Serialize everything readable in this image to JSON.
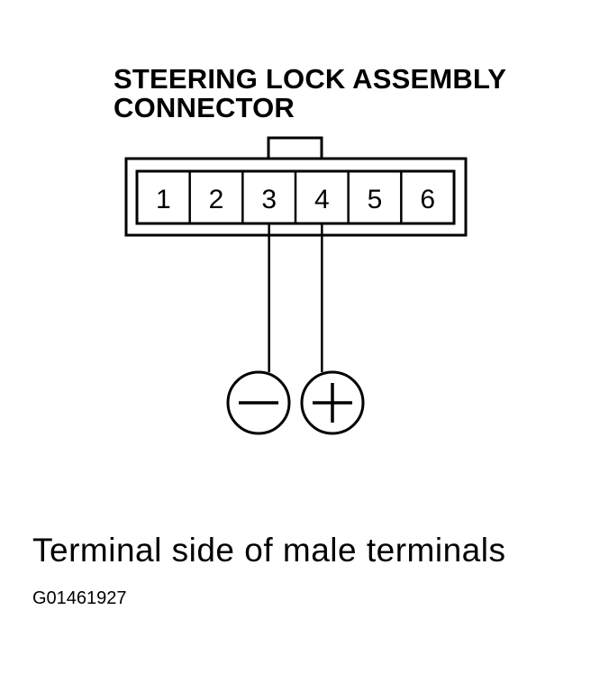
{
  "diagram": {
    "title_lines": [
      "STEERING LOCK ASSEMBLY",
      "CONNECTOR"
    ],
    "pins": [
      "1",
      "2",
      "3",
      "4",
      "5",
      "6"
    ],
    "probes": [
      {
        "pin": "3",
        "polarity": "negative",
        "symbol": "minus-icon"
      },
      {
        "pin": "4",
        "polarity": "positive",
        "symbol": "plus-icon"
      }
    ],
    "caption": "Terminal side of male terminals",
    "figure_code": "G01461927"
  }
}
